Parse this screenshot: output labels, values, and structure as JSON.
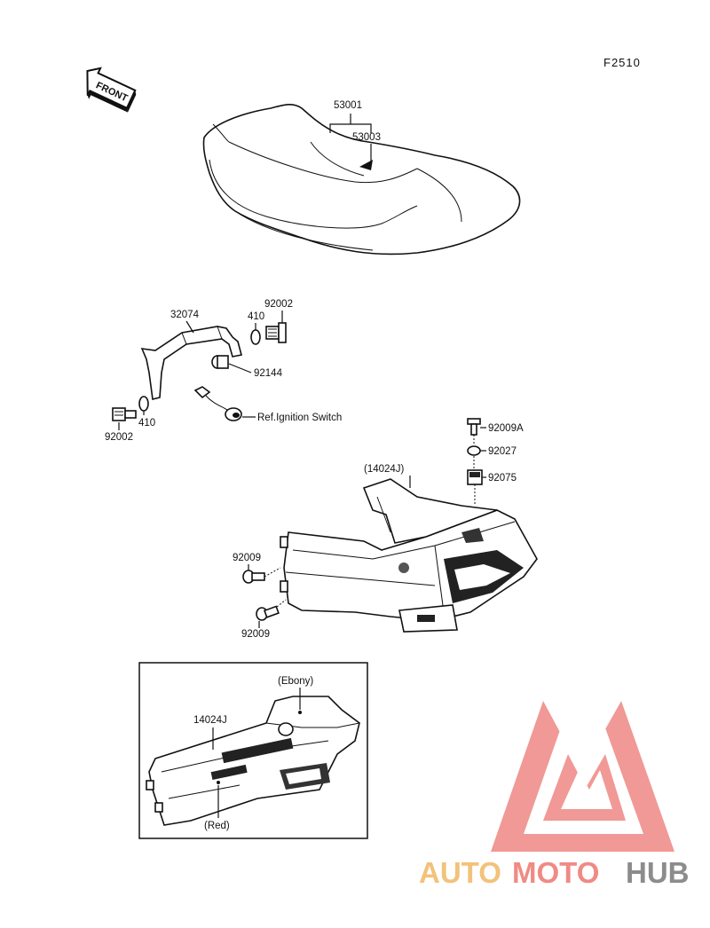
{
  "figure_code": "F2510",
  "front_arrow_text": "FRONT",
  "labels": {
    "seat_assy": "53001",
    "seat_cover": "53003",
    "bracket": "32074",
    "bolt_top": "92002",
    "washer_top": "410",
    "collar": "92144",
    "bolt_bottom": "92002",
    "washer_bottom": "410",
    "ignition_ref": "Ref.Ignition Switch",
    "screw_top": "92009A",
    "washer_92027": "92027",
    "damper_92075": "92075",
    "cover_ref": "(14024J)",
    "screw_1": "92009",
    "screw_2": "92009",
    "inset_part": "14024J",
    "inset_ebony": "(Ebony)",
    "inset_red": "(Red)"
  },
  "watermark": {
    "part1": "AUTO",
    "part2": "MOTO",
    "part3": "HUB",
    "color1": "#f3c27a",
    "color2": "#f08a84",
    "color3": "#8c8c8c",
    "logo_color": "#ef8f8b"
  }
}
